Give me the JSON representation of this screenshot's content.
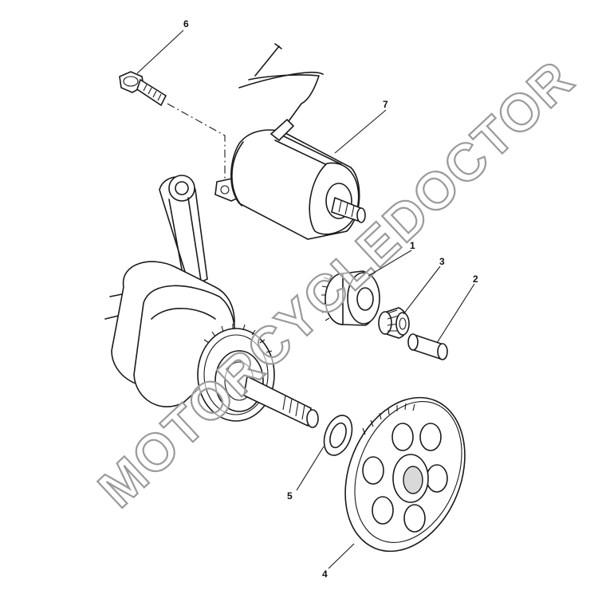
{
  "watermark": {
    "text": "MOTORCYCLEDOCTOR"
  },
  "callouts": [
    {
      "number": "1",
      "part": "starter-clutch-gear"
    },
    {
      "number": "2",
      "part": "shaft"
    },
    {
      "number": "3",
      "part": "needle-bearing"
    },
    {
      "number": "4",
      "part": "driven-gear"
    },
    {
      "number": "5",
      "part": "washer"
    },
    {
      "number": "6",
      "part": "bolt"
    },
    {
      "number": "7",
      "part": "starter-motor"
    }
  ],
  "colors": {
    "line": "#1a1a1a",
    "watermark_stroke": "#9a9a9a",
    "background": "#ffffff"
  }
}
